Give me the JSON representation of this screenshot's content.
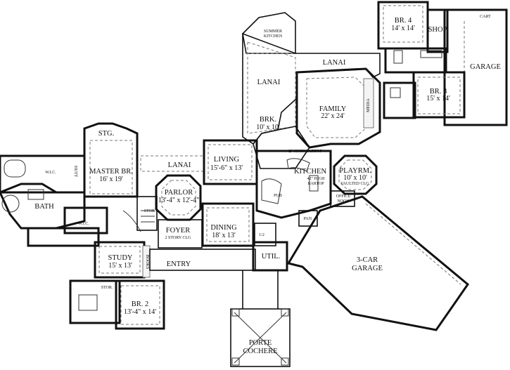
{
  "rooms": {
    "summer_kitchen": {
      "l1": "SUMMER",
      "l2": "KITCHEN"
    },
    "lanai_top": "LANAI",
    "lanai_main": "LANAI",
    "lanai_left": "LANAI",
    "br4": {
      "name": "BR. 4",
      "dim": "14' x 14'"
    },
    "shop": "SHOP",
    "cart": "CART",
    "garage": "GARAGE",
    "br3": {
      "name": "BR. 3",
      "dim": "15' x 14'"
    },
    "family": {
      "name": "FAMILY",
      "dim": "22' x 24'"
    },
    "media": "MEDIA",
    "brk": {
      "name": "BRK.",
      "dim": "10' x 10'"
    },
    "stg": "STG.",
    "master": {
      "name": "MASTER BR.",
      "dim": "16' x 19'"
    },
    "wic_top": "W.I.C.",
    "wic_bottom": "W.I.C.",
    "hutt": "HUTT",
    "bath": "BATH",
    "living": {
      "name": "LIVING",
      "dim": "15'-6\" x 13'"
    },
    "parlor": {
      "name": "PARLOR",
      "dim": "13'-4\" x 12'-4\""
    },
    "stor_mid": "STOR.",
    "foyer": {
      "name": "FOYER",
      "dim": "2 STORY CLG"
    },
    "dining": {
      "name": "DINING",
      "dim": "18' x 13'"
    },
    "kitchen": "KITCHEN",
    "bartop1": "42\" HIGH BARTOP",
    "bartop2": {
      "l1": "42\" HIGH",
      "l2": "BARTOP"
    },
    "pub": "PUB",
    "playrm": {
      "name": "PLAYRM.",
      "dim": "10' x 10'",
      "note": "VAULTED CLG."
    },
    "office_nook": {
      "l1": "OFFICE",
      "l2": "NOOK"
    },
    "pan": "PAN.",
    "half_bath": "1/2",
    "util": "UTIL.",
    "garage3": {
      "l1": "3-CAR",
      "l2": "GARAGE"
    },
    "study": {
      "name": "STUDY",
      "dim": "15' x 13'"
    },
    "books": "BOOKS",
    "entry": "ENTRY",
    "stor_low": "STOR.",
    "br2": {
      "name": "BR. 2",
      "dim": "13'-4\" x 14'"
    },
    "porte": {
      "l1": "PORTE",
      "l2": "COCHERE"
    }
  }
}
